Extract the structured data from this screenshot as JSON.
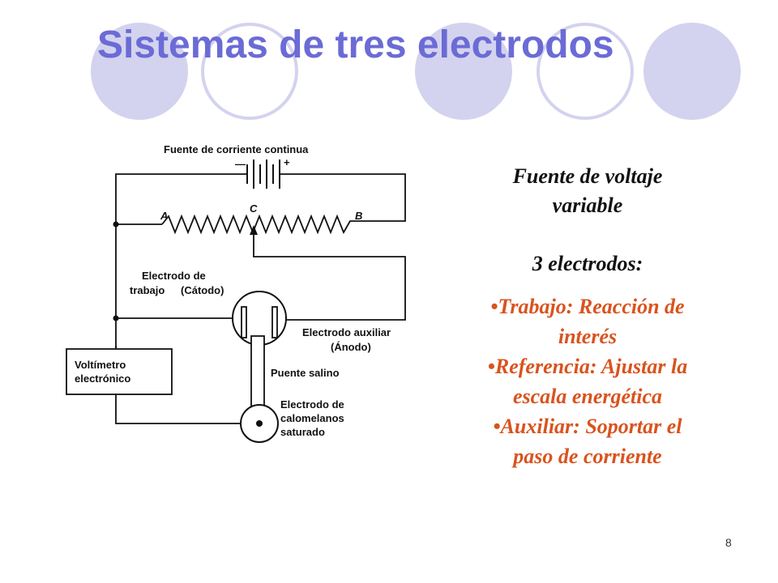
{
  "slide": {
    "title": "Sistemas de tres electrodos",
    "page_number": "8",
    "colors": {
      "title": "#6b6bd6",
      "circle_fill": "#d3d3ef",
      "circle_ring": "#d3d3ef",
      "orange_text": "#d9531e"
    }
  },
  "diagram": {
    "power_label": "Fuente de corriente continua",
    "minus_sign": "—",
    "plus_sign": "+",
    "point_a": "A",
    "point_b": "B",
    "point_c": "C",
    "working_electrode_line1": "Electrodo de",
    "working_electrode_line2": "trabajo",
    "working_electrode_line2b": "(Cátodo)",
    "aux_electrode_line1": "Electrodo auxiliar",
    "aux_electrode_line2": "(Ánodo)",
    "voltmeter_line1": "Voltímetro",
    "voltmeter_line2": "electrónico",
    "salt_bridge": "Puente salino",
    "reference_line1": "Electrodo de",
    "reference_line2": "calomelanos",
    "reference_line3": "saturado"
  },
  "notes": {
    "heading_line1": "Fuente de voltaje",
    "heading_line2": "variable",
    "electrodes_heading": "3 electrodos:",
    "bullets": [
      {
        "line1": "•Trabajo: Reacción de",
        "line2": "interés"
      },
      {
        "line1": "•Referencia: Ajustar la",
        "line2": "escala energética"
      },
      {
        "line1": "•Auxiliar: Soportar el",
        "line2": "paso de corriente"
      }
    ]
  }
}
